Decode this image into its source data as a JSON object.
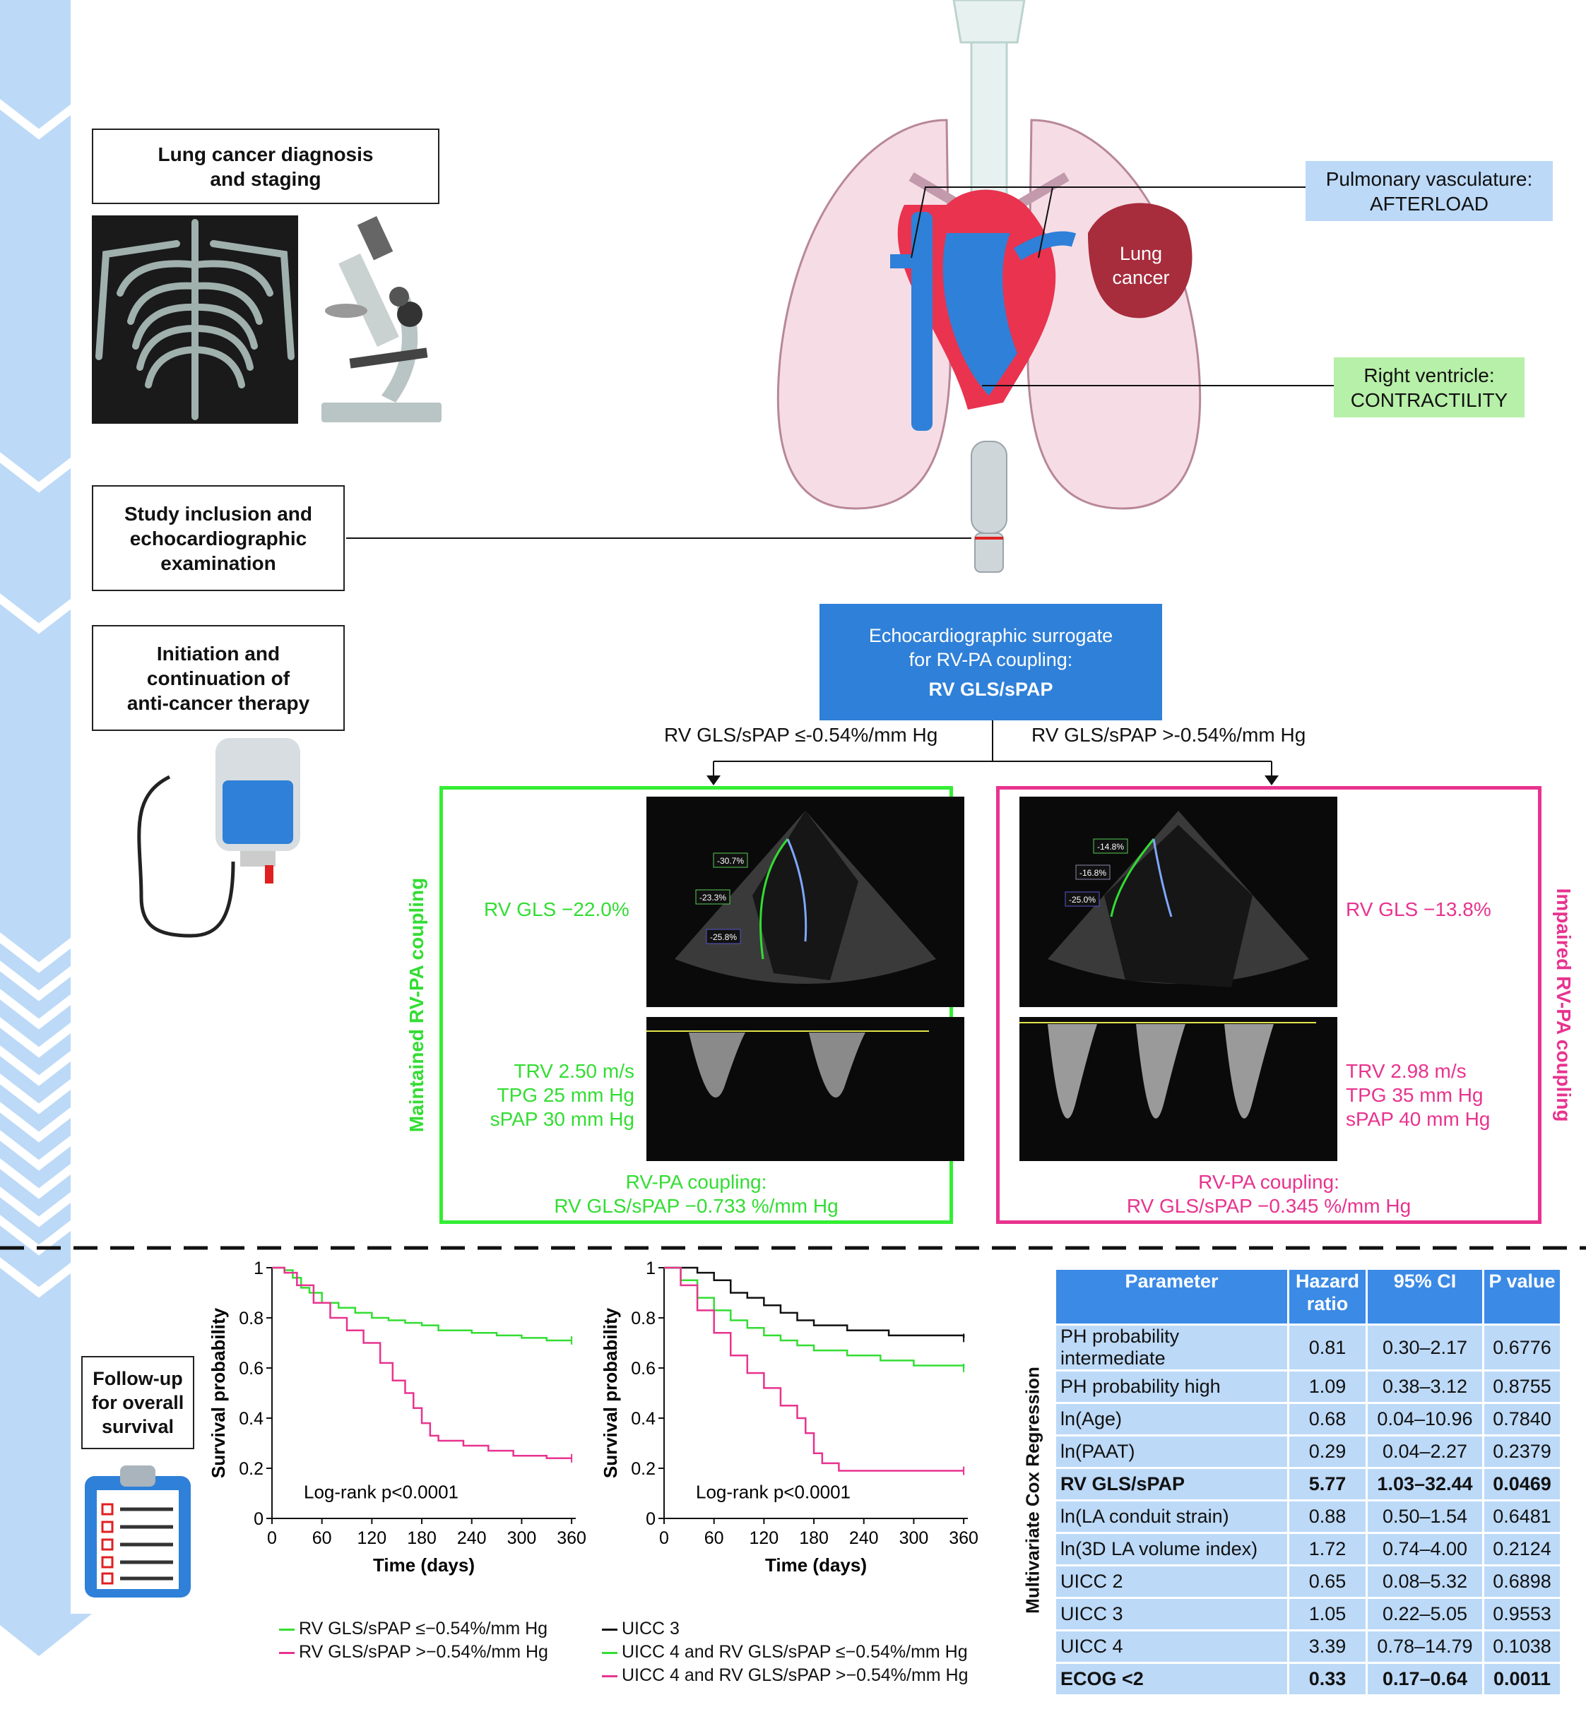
{
  "steps": {
    "diagnosis": "Lung cancer diagnosis\nand staging",
    "inclusion": "Study inclusion and\nechocardiographic\nexamination",
    "therapy": "Initiation and\ncontinuation of\nanti-cancer therapy",
    "followup": "Follow-up\nfor overall\nsurvival"
  },
  "anatomy": {
    "pulmonary": "Pulmonary vasculature:\nAFTERLOAD",
    "rv": "Right ventricle:\nCONTRACTILITY",
    "tumor": "Lung\ncancer"
  },
  "surrogate": {
    "line1": "Echocardiographic surrogate\nfor RV-PA coupling:",
    "line2": "RV GLS/sPAP"
  },
  "branches": {
    "left": "RV GLS/sPAP ≤-0.54%/mm Hg",
    "right": "RV GLS/sPAP >-0.54%/mm Hg"
  },
  "maintained": {
    "title": "Maintained RV-PA coupling",
    "gls": "RV GLS −22.0%",
    "doppler": "TRV 2.50 m/s\nTPG 25 mm Hg\nsPAP 30 mm Hg",
    "coupling": "RV-PA coupling:\nRV GLS/sPAP −0.733 %/mm Hg",
    "segs": [
      "-30.7%",
      "-23.3%",
      "-25.8%"
    ],
    "color": "#33dd33"
  },
  "impaired": {
    "title": "Impaired RV-PA coupling",
    "gls": "RV GLS −13.8%",
    "doppler": "TRV 2.98 m/s\nTPG 35 mm Hg\nsPAP 40 mm Hg",
    "coupling": "RV-PA coupling:\nRV GLS/sPAP −0.345 %/mm Hg",
    "segs": [
      "-14.8%",
      "-16.8%",
      "-25.0%"
    ],
    "color": "#e8338f"
  },
  "chart_data": [
    {
      "type": "line",
      "xlabel": "Time (days)",
      "ylabel": "Survival probability",
      "xlim": [
        0,
        365
      ],
      "ylim": [
        0,
        1.0
      ],
      "xticks": [
        0,
        60,
        120,
        180,
        240,
        300,
        360
      ],
      "yticks": [
        0.0,
        0.2,
        0.4,
        0.6,
        0.8,
        1.0
      ],
      "annotation": "Log-rank p<0.0001",
      "series": [
        {
          "name": "RV GLS/sPAP ≤−0.54%/mm Hg",
          "color": "#33dd33",
          "x": [
            0,
            15,
            25,
            35,
            45,
            60,
            80,
            100,
            120,
            140,
            160,
            180,
            200,
            240,
            270,
            300,
            330,
            360
          ],
          "y": [
            1.0,
            0.99,
            0.96,
            0.92,
            0.9,
            0.86,
            0.84,
            0.82,
            0.8,
            0.79,
            0.78,
            0.77,
            0.75,
            0.74,
            0.73,
            0.72,
            0.71,
            0.71
          ]
        },
        {
          "name": "RV GLS/sPAP >−0.54%/mm Hg",
          "color": "#e8338f",
          "x": [
            0,
            15,
            30,
            50,
            70,
            90,
            110,
            130,
            145,
            160,
            170,
            180,
            190,
            200,
            230,
            260,
            290,
            330,
            360
          ],
          "y": [
            1.0,
            0.98,
            0.93,
            0.86,
            0.8,
            0.75,
            0.7,
            0.62,
            0.55,
            0.5,
            0.44,
            0.38,
            0.33,
            0.31,
            0.29,
            0.27,
            0.25,
            0.24,
            0.24
          ]
        }
      ]
    },
    {
      "type": "line",
      "xlabel": "Time (days)",
      "ylabel": "Survival probability",
      "xlim": [
        0,
        365
      ],
      "ylim": [
        0,
        1.0
      ],
      "xticks": [
        0,
        60,
        120,
        180,
        240,
        300,
        360
      ],
      "yticks": [
        0.0,
        0.2,
        0.4,
        0.6,
        0.8,
        1.0
      ],
      "annotation": "Log-rank p<0.0001",
      "series": [
        {
          "name": "UICC 3",
          "color": "#111111",
          "x": [
            0,
            40,
            60,
            80,
            100,
            120,
            140,
            160,
            180,
            220,
            270,
            360
          ],
          "y": [
            1.0,
            0.98,
            0.95,
            0.9,
            0.88,
            0.85,
            0.82,
            0.79,
            0.77,
            0.75,
            0.73,
            0.72
          ]
        },
        {
          "name": "UICC 4 and RV GLS/sPAP ≤−0.54%/mm Hg",
          "color": "#33dd33",
          "x": [
            0,
            20,
            40,
            60,
            80,
            100,
            120,
            140,
            160,
            180,
            220,
            260,
            300,
            360
          ],
          "y": [
            1.0,
            0.95,
            0.88,
            0.83,
            0.79,
            0.76,
            0.73,
            0.71,
            0.69,
            0.67,
            0.65,
            0.63,
            0.61,
            0.6
          ]
        },
        {
          "name": "UICC 4 and RV GLS/sPAP >−0.54%/mm Hg",
          "color": "#e8338f",
          "x": [
            0,
            20,
            40,
            60,
            80,
            100,
            120,
            140,
            160,
            170,
            180,
            190,
            210,
            250,
            300,
            360
          ],
          "y": [
            1.0,
            0.93,
            0.83,
            0.74,
            0.65,
            0.58,
            0.52,
            0.45,
            0.4,
            0.34,
            0.26,
            0.22,
            0.19,
            0.19,
            0.19,
            0.19
          ]
        }
      ]
    }
  ],
  "cox": {
    "side_label": "Multivariate Cox Regression",
    "headers": [
      "Parameter",
      "Hazard\nratio",
      "95% CI",
      "P value"
    ],
    "rows": [
      {
        "param": "PH probability intermediate",
        "hr": "0.81",
        "ci": "0.30–2.17",
        "p": "0.6776",
        "bold": false
      },
      {
        "param": "PH probability high",
        "hr": "1.09",
        "ci": "0.38–3.12",
        "p": "0.8755",
        "bold": false
      },
      {
        "param": "ln(Age)",
        "hr": "0.68",
        "ci": "0.04–10.96",
        "p": "0.7840",
        "bold": false
      },
      {
        "param": "ln(PAAT)",
        "hr": "0.29",
        "ci": "0.04–2.27",
        "p": "0.2379",
        "bold": false
      },
      {
        "param": "RV GLS/sPAP",
        "hr": "5.77",
        "ci": "1.03–32.44",
        "p": "0.0469",
        "bold": true
      },
      {
        "param": "ln(LA conduit strain)",
        "hr": "0.88",
        "ci": "0.50–1.54",
        "p": "0.6481",
        "bold": false
      },
      {
        "param": "ln(3D LA volume index)",
        "hr": "1.72",
        "ci": "0.74–4.00",
        "p": "0.2124",
        "bold": false
      },
      {
        "param": "UICC 2",
        "hr": "0.65",
        "ci": "0.08–5.32",
        "p": "0.6898",
        "bold": false
      },
      {
        "param": "UICC 3",
        "hr": "1.05",
        "ci": "0.22–5.05",
        "p": "0.9553",
        "bold": false
      },
      {
        "param": "UICC 4",
        "hr": "3.39",
        "ci": "0.78–14.79",
        "p": "0.1038",
        "bold": false
      },
      {
        "param": "ECOG <2",
        "hr": "0.33",
        "ci": "0.17–0.64",
        "p": "0.0011",
        "bold": true
      }
    ]
  }
}
